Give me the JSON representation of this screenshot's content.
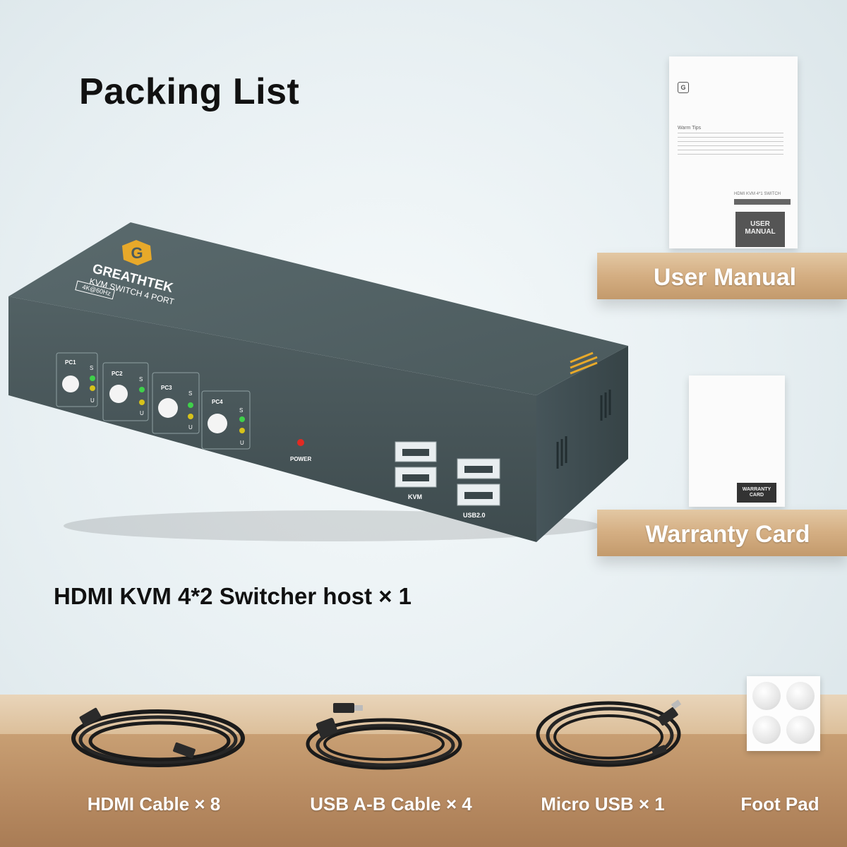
{
  "heading": "Packing List",
  "host_caption": "HDMI KVM 4*2 Switcher host × 1",
  "device": {
    "brand": "GREATHTEK",
    "model_line": "KVM SWITCH 4 PORT",
    "resolution_tag": "4K@60Hz",
    "ports": [
      "PC1",
      "PC2",
      "PC3",
      "PC4"
    ],
    "led_s": "S",
    "led_u": "U",
    "power_label": "POWER",
    "usb_left_label": "KVM",
    "usb_right_label": "USB2.0"
  },
  "user_manual": {
    "shelf_label": "User Manual",
    "badge": "USER MANUAL",
    "tips_title": "Warm Tips",
    "product_line": "HDMI KVM 4*1 SWITCH"
  },
  "warranty_card": {
    "shelf_label": "Warranty Card",
    "badge": "WARRANTY CARD"
  },
  "bottom_items": [
    {
      "label": "HDMI Cable × 8"
    },
    {
      "label": "USB A-B Cable × 4"
    },
    {
      "label": "Micro USB × 1"
    },
    {
      "label": "Foot Pad"
    }
  ],
  "colors": {
    "device_body": "#4a5a5c",
    "logo_accent": "#e8a92a",
    "led_green": "#3fd04a",
    "led_yellow": "#d6c21a",
    "power_led": "#e22a22",
    "wood": "#d4ae82"
  }
}
